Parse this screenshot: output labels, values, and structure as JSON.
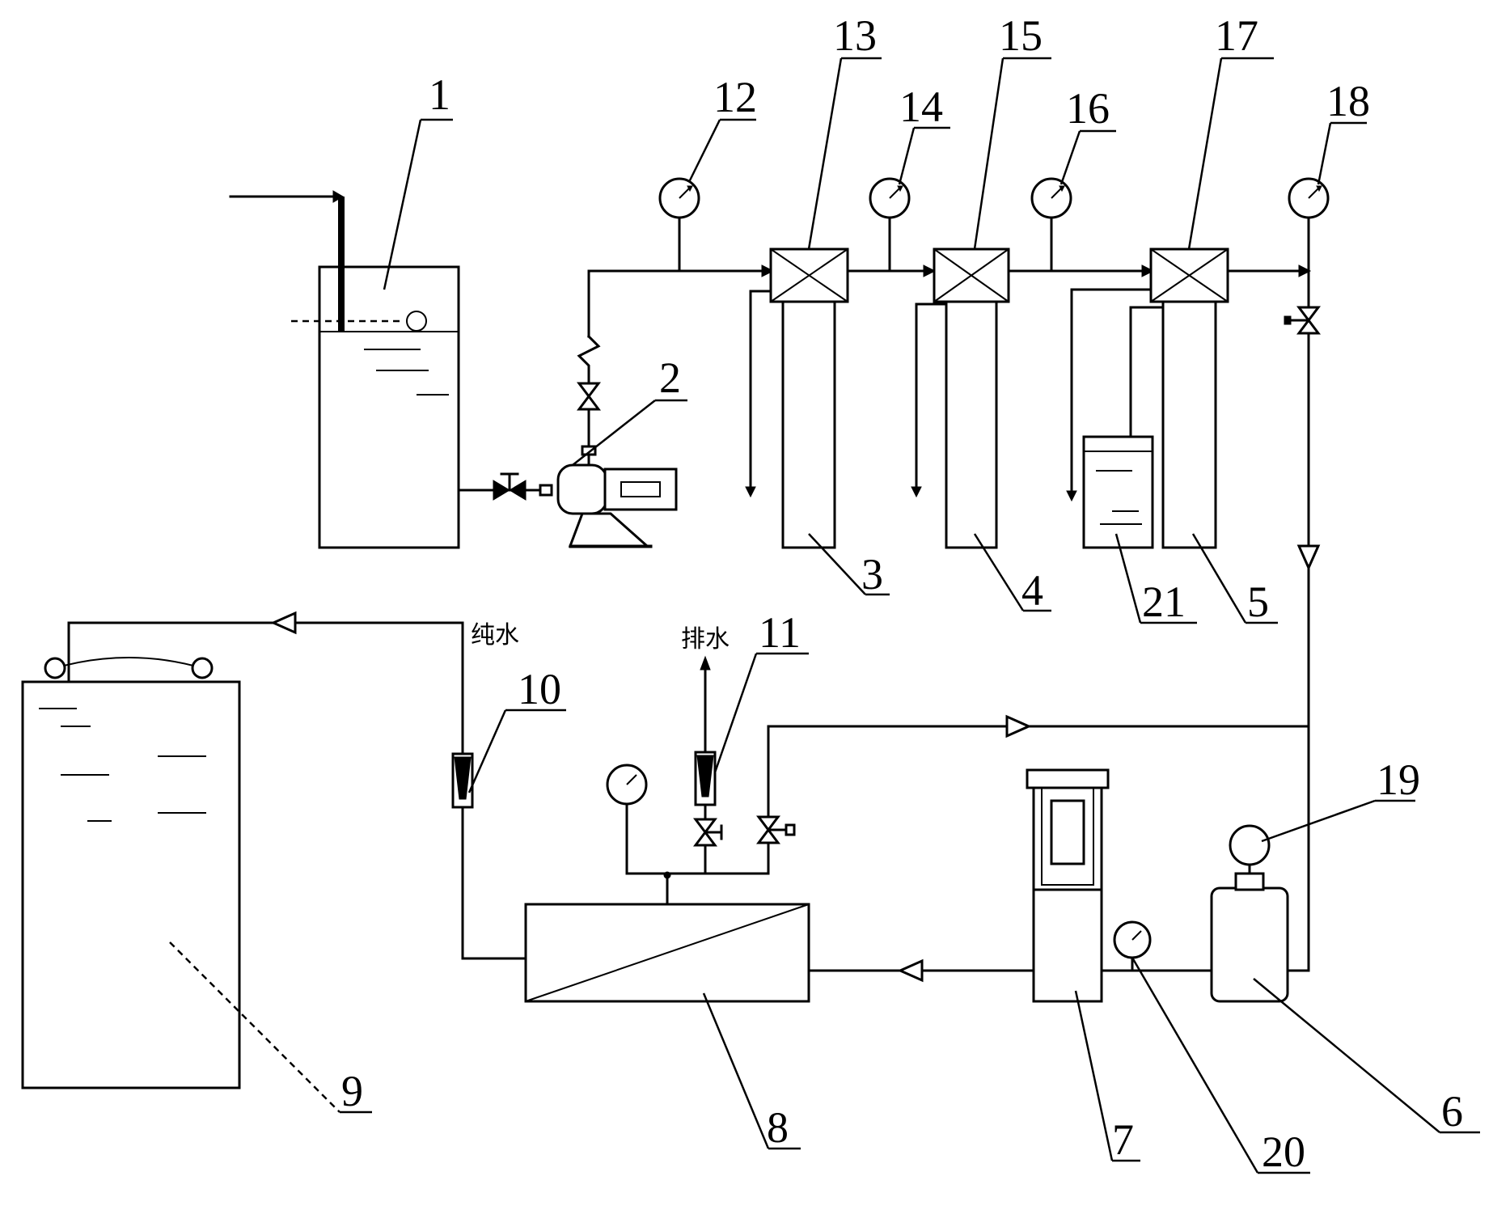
{
  "labels": {
    "n1": "1",
    "n2": "2",
    "n3": "3",
    "n4": "4",
    "n5": "5",
    "n6": "6",
    "n7": "7",
    "n8": "8",
    "n9": "9",
    "n10": "10",
    "n11": "11",
    "n12": "12",
    "n13": "13",
    "n14": "14",
    "n15": "15",
    "n16": "16",
    "n17": "17",
    "n18": "18",
    "n19": "19",
    "n20": "20",
    "n21": "21"
  },
  "annotations": {
    "pure_water": "纯水",
    "drain": "排水"
  },
  "colors": {
    "line": "#000000",
    "background": "#ffffff"
  }
}
